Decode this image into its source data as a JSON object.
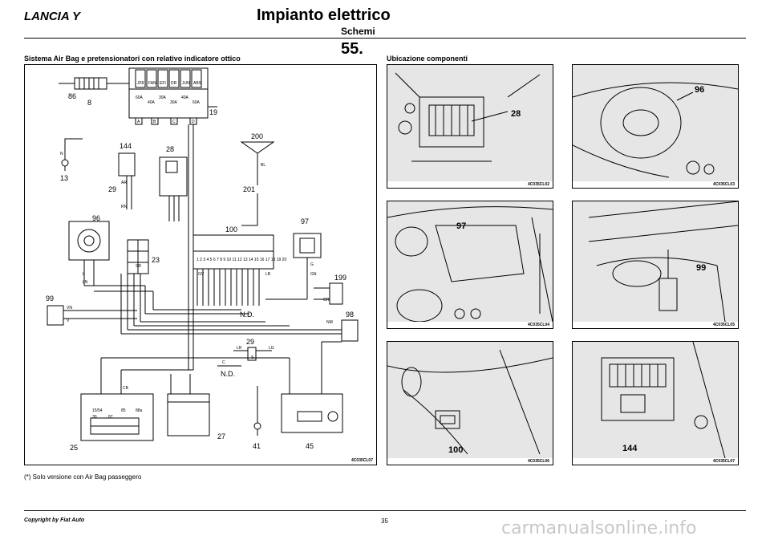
{
  "header": {
    "left": "LANCIA Y",
    "title": "Impianto elettrico",
    "subtitle": "Schemi",
    "page_number": "55."
  },
  "left_section": {
    "title": "Sistema Air Bag e pretensionatori con relativo indicatore ottico",
    "drawing_code": "4C035CL07",
    "footnote": "(*) Solo versione con Air Bag passeggero",
    "labels": {
      "c86": "86",
      "c8": "8",
      "c19": "19",
      "c13": "13",
      "c144": "144",
      "c28": "28",
      "c200": "200",
      "c29a": "29",
      "c201": "201",
      "c96": "96",
      "c23": "23",
      "c100": "100",
      "c97": "97",
      "c99": "99",
      "c199": "199",
      "c98": "98",
      "nd1": "N.D.",
      "c29b": "29",
      "nd2": "N.D.",
      "c25": "25",
      "c27": "27",
      "c41": "41",
      "c45": "45"
    },
    "wires": {
      "n": "N",
      "bl": "BL",
      "ar": "AR",
      "rn": "RN",
      "ln": "LN",
      "l": "L",
      "vn": "VN",
      "v": "V",
      "gv": "GV",
      "gr": "GR",
      "g": "G",
      "gn": "GN",
      "lr": "LR",
      "lg": "LG",
      "s": "S",
      "c": "C",
      "cb": "CB",
      "nm": "NM",
      "lb": "LB",
      "sr": "SR"
    },
    "fuses": [
      "JF8",
      "FAN",
      "EFI",
      "DR",
      "JUN",
      "ABS"
    ],
    "fuse_values": [
      "60A",
      "40A",
      "30A",
      "30A",
      "40A",
      "60A"
    ],
    "connectors": [
      "A",
      "B",
      "C",
      "D"
    ],
    "ecu_pins": "1 2 3 4 5 6 7 8 9 10 11 12 13 14 15 16 17 18 19 20",
    "relay_marks": [
      "15/54",
      "30",
      "87",
      "85",
      "88a"
    ]
  },
  "right_section": {
    "title": "Ubicazione componenti",
    "photos": [
      {
        "label": "28",
        "code": "4C035CL02"
      },
      {
        "label": "96",
        "code": "4C035CL03"
      },
      {
        "label": "97",
        "code": "4C035CL04"
      },
      {
        "label": "99",
        "code": "4C035CL05"
      },
      {
        "label": "100",
        "code": "4C035CL06"
      },
      {
        "label": "144",
        "code": "4C035CL07"
      }
    ]
  },
  "footer": {
    "copyright": "Copyright by Fiat Auto",
    "page": "35"
  },
  "watermark": "carmanualsonline.info",
  "colors": {
    "ink": "#000000",
    "watermark": "#c8c8c8",
    "photo_gray": "#e6e6e6"
  }
}
